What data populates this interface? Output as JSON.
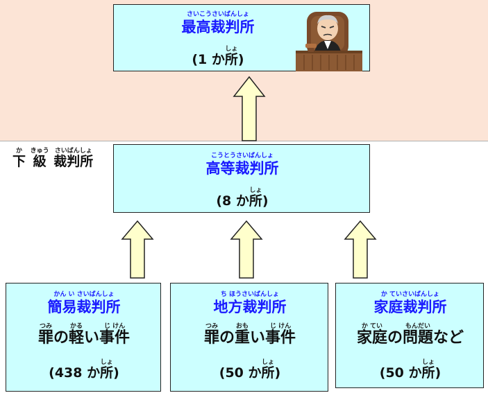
{
  "upper_band": {
    "color": "#fce4d6"
  },
  "supreme": {
    "ruby": "さいこうさいばんしょ",
    "title": "最高裁判所",
    "count_prefix": "(1 か",
    "count_kanji": "所",
    "count_kanji_ruby": "しょ",
    "count_suffix": ")",
    "icon": "judge-illustration-icon"
  },
  "lower_label": {
    "ruby_ka": "か",
    "char_ka": "下",
    "ruby_kyu": "きゅう",
    "char_kyu": "級",
    "ruby_rest": "さいばんしょ",
    "char_rest": "裁判所"
  },
  "high": {
    "ruby": "こうとうさいばんしょ",
    "title": "高等裁判所",
    "count_prefix": "(8 か",
    "count_kanji": "所",
    "count_kanji_ruby": "しょ",
    "count_suffix": ")"
  },
  "summary": {
    "ruby": "かん い さいばんしょ",
    "title": "簡易裁判所",
    "case_ruby_1": "つみ",
    "case_char_1": "罪",
    "case_mid_1": "の",
    "case_ruby_2": "かる",
    "case_char_2": "軽",
    "case_mid_2": "い",
    "case_ruby_3": "じ けん",
    "case_char_3": "事件",
    "count_prefix": "(438 か",
    "count_kanji": "所",
    "count_kanji_ruby": "しょ",
    "count_suffix": ")"
  },
  "district": {
    "ruby": "ち ほうさいばんしょ",
    "title": "地方裁判所",
    "case_ruby_1": "つみ",
    "case_char_1": "罪",
    "case_mid_1": "の",
    "case_ruby_2": "おも",
    "case_char_2": "重",
    "case_mid_2": "い",
    "case_ruby_3": "じ けん",
    "case_char_3": "事件",
    "count_prefix": "(50 か",
    "count_kanji": "所",
    "count_kanji_ruby": "しょ",
    "count_suffix": ")"
  },
  "family": {
    "ruby": "か ていさいばんしょ",
    "title": "家庭裁判所",
    "case_ruby_1": "か てい",
    "case_char_1": "家庭",
    "case_mid_1": "の",
    "case_ruby_2": "もんだい",
    "case_char_2": "問題",
    "case_tail": "など",
    "count_prefix": "(50 か",
    "count_kanji": "所",
    "count_kanji_ruby": "しょ",
    "count_suffix": ")"
  },
  "colors": {
    "box_fill": "#ccffff",
    "title_blue": "#1a1aff",
    "arrow_fill": "#ffffcc"
  }
}
